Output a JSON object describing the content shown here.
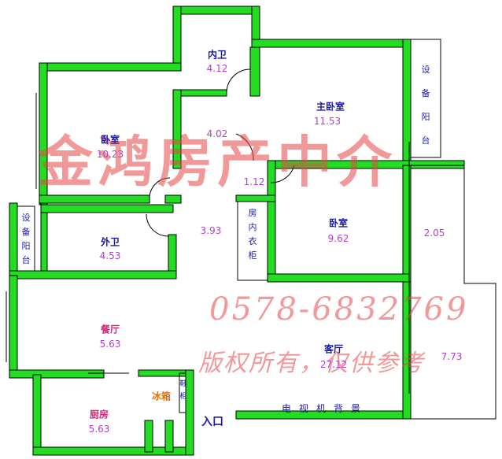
{
  "rooms": {
    "inner_bath": {
      "name": "内卫",
      "area": "4.12"
    },
    "master_bedroom": {
      "name": "主卧室",
      "area": "11.53"
    },
    "bedroom_left": {
      "name": "卧室",
      "area": "10.23"
    },
    "corridor_area": "4.02",
    "hall_area": "1.12",
    "outer_bath": {
      "name": "外卫",
      "area": "4.53"
    },
    "corridor2_area": "3.93",
    "walk_in_closet": "房内衣柜",
    "bedroom_right": {
      "name": "卧室",
      "area": "9.62"
    },
    "balcony_area": "2.05",
    "equipment_balcony_right": "设备阳台",
    "equipment_balcony_left": "设备阳台",
    "dining": {
      "name": "餐厅",
      "area": "5.63"
    },
    "living": {
      "name": "客厅",
      "area": "27.12"
    },
    "living_balcony_area": "7.73",
    "kitchen": {
      "name": "厨房",
      "area": "5.63"
    },
    "fridge": "冰箱",
    "cabinet": "鞋柜"
  },
  "labels": {
    "entrance": "入口",
    "tv_wall": "电视机背景"
  },
  "watermark": {
    "title": "金鸿房产中介",
    "phone": "0578-6832769",
    "copyright": "版权所有，仅供参考"
  },
  "colors": {
    "wall": "#22dd22",
    "outline": "#000000",
    "name_blue": "#1a1aa6",
    "name_pink": "#d62a7a",
    "area_purple": "#b040d0",
    "watermark": "#e64646"
  }
}
